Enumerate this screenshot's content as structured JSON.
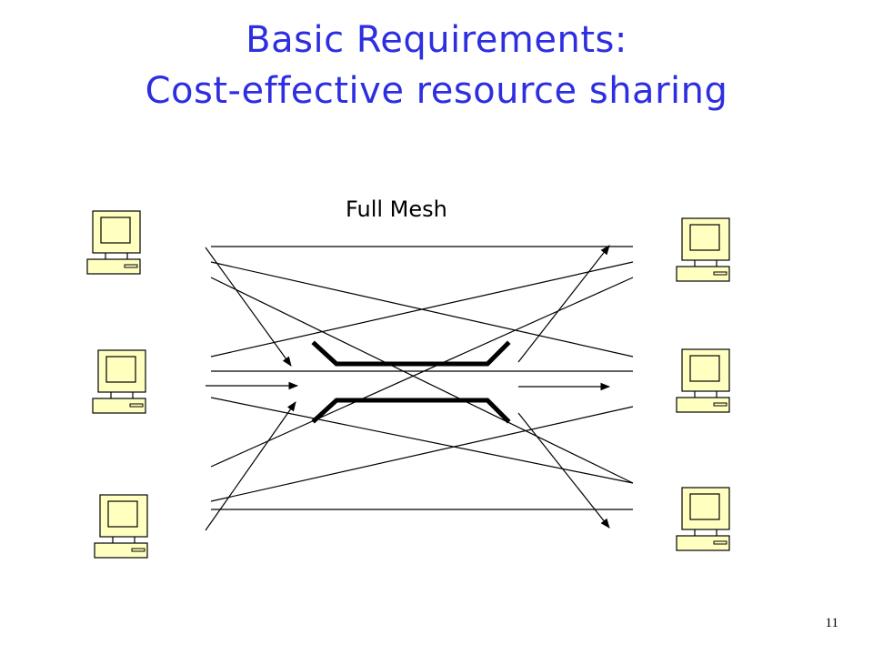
{
  "slide": {
    "title_line_1": "Basic Requirements:",
    "title_line_2": "Cost-effective resource sharing",
    "diagram_label": "Full Mesh",
    "page_number": "11"
  },
  "colors": {
    "title": "#2d2ee0",
    "computer_fill": "#ffffc0",
    "line": "#000000"
  },
  "diagram": {
    "topology": "full-mesh",
    "left_computers": [
      "computer-left-1",
      "computer-left-2",
      "computer-left-3"
    ],
    "right_computers": [
      "computer-right-1",
      "computer-right-2",
      "computer-right-3"
    ],
    "center_icon": "router-icon"
  }
}
